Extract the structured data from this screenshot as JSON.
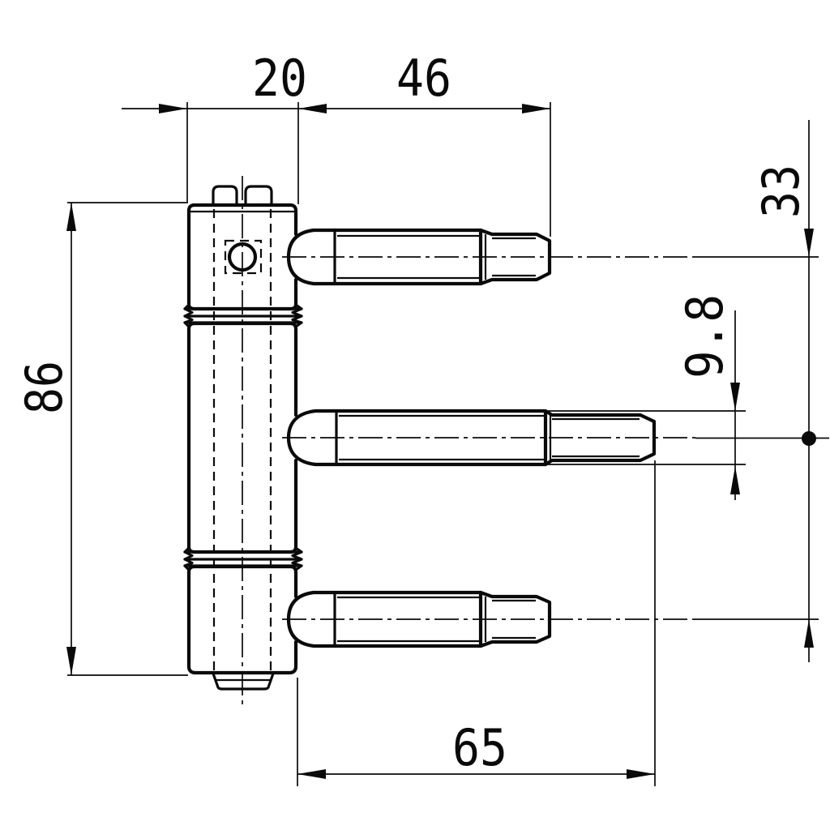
{
  "drawing": {
    "background": "#ffffff",
    "stroke_color": "#0a0a0a",
    "labels": {
      "body_width": "20",
      "top_pin_length": "46",
      "pin_spacing": "33",
      "pin_diameter": "9.8",
      "body_height": "86",
      "middle_pin_length": "65"
    }
  }
}
